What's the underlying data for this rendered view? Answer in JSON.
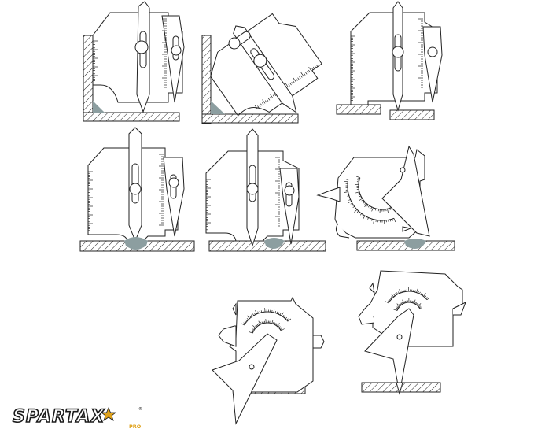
{
  "brand": {
    "name": "SPARTAX",
    "sub": "PRO",
    "reg": "®"
  },
  "colors": {
    "weld": "#8c9ea0",
    "line": "#222222",
    "accent": "#e0a21a"
  },
  "figures": [
    {
      "id": "fillet-leg-gauge"
    },
    {
      "id": "fillet-throat-gauge"
    },
    {
      "id": "misalignment-gauge"
    },
    {
      "id": "butt-weld-gauge-a"
    },
    {
      "id": "butt-weld-gauge-b"
    },
    {
      "id": "bevel-angle-gauge-a"
    },
    {
      "id": "bevel-angle-gauge-b"
    },
    {
      "id": "bevel-angle-gauge-c"
    }
  ]
}
